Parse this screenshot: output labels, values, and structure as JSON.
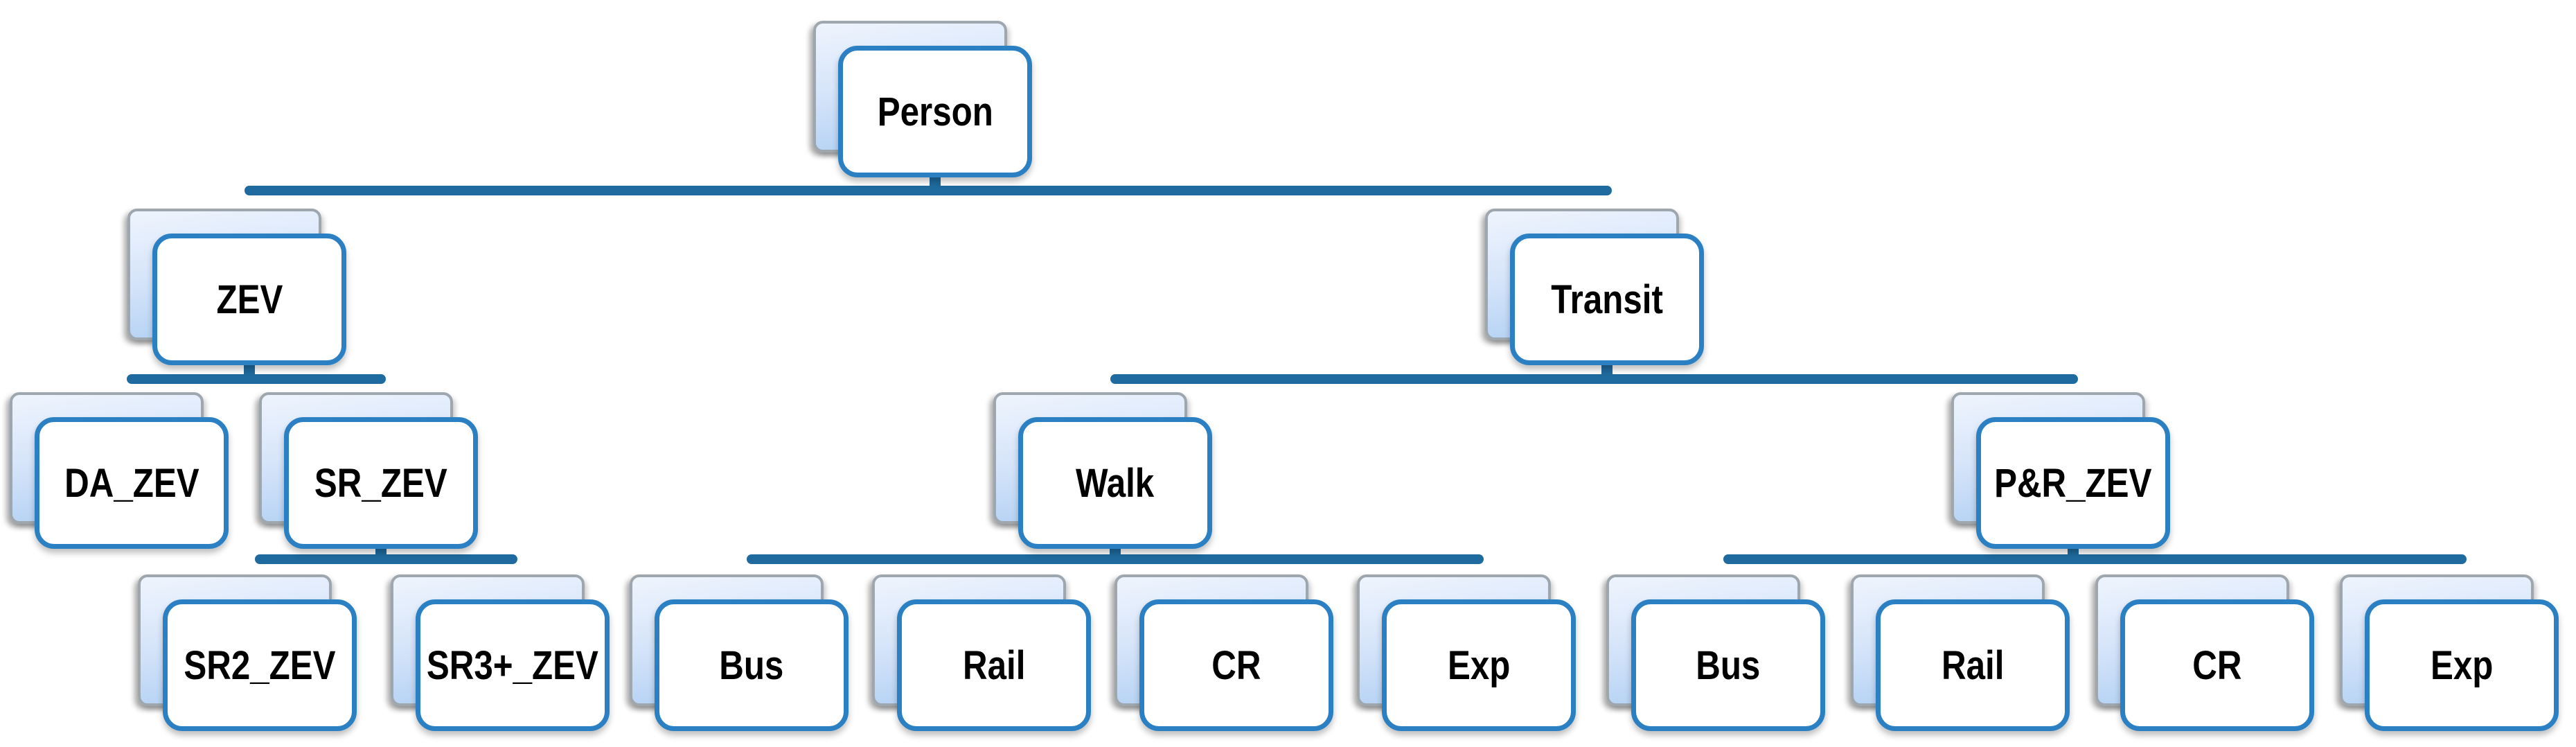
{
  "diagram": {
    "type": "hierarchy-tree",
    "colors": {
      "background": "#ffffff",
      "node_border": "#2a80c2",
      "node_fill": "#ffffff",
      "back_card_fill_top": "#eef4fd",
      "back_card_fill_bottom": "#accdf2",
      "back_card_border": "#9ea6ae",
      "connector_line": "#1f6a9e",
      "label_text": "#000000"
    },
    "nodes": {
      "person": {
        "label": "Person"
      },
      "zev": {
        "label": "ZEV"
      },
      "transit": {
        "label": "Transit"
      },
      "da_zev": {
        "label": "DA_ZEV"
      },
      "sr_zev": {
        "label": "SR_ZEV"
      },
      "walk": {
        "label": "Walk"
      },
      "pr_zev": {
        "label": "P&R_ZEV"
      },
      "sr2_zev": {
        "label": "SR2_ZEV"
      },
      "sr3p_zev": {
        "label": "SR3+_ZEV"
      },
      "walk_bus": {
        "label": "Bus"
      },
      "walk_rail": {
        "label": "Rail"
      },
      "walk_cr": {
        "label": "CR"
      },
      "walk_exp": {
        "label": "Exp"
      },
      "pr_bus": {
        "label": "Bus"
      },
      "pr_rail": {
        "label": "Rail"
      },
      "pr_cr": {
        "label": "CR"
      },
      "pr_exp": {
        "label": "Exp"
      }
    },
    "hierarchy": {
      "Person": [
        "ZEV",
        "Transit"
      ],
      "ZEV": [
        "DA_ZEV",
        "SR_ZEV"
      ],
      "SR_ZEV": [
        "SR2_ZEV",
        "SR3+_ZEV"
      ],
      "Transit": [
        "Walk",
        "P&R_ZEV"
      ],
      "Walk": [
        "Bus",
        "Rail",
        "CR",
        "Exp"
      ],
      "P&R_ZEV": [
        "Bus",
        "Rail",
        "CR",
        "Exp"
      ]
    }
  }
}
